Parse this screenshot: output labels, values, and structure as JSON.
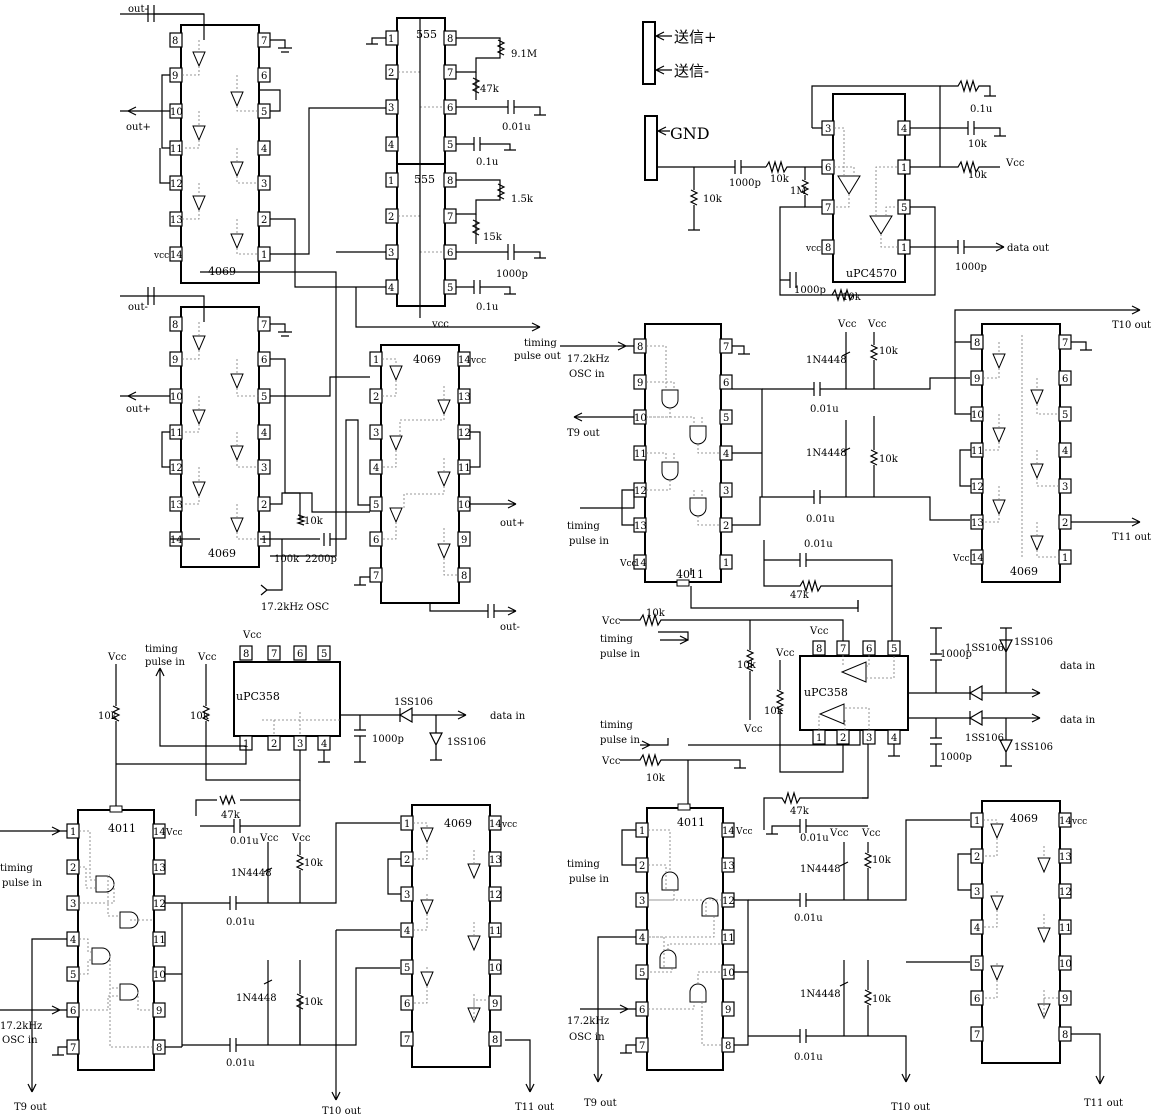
{
  "ics": {
    "tl_4069_top": "4069",
    "tl_4069_bot": "4069",
    "ic555_a": "555",
    "ic555_b": "555",
    "c_4069": "4069",
    "bl_4011": "4011",
    "bl_uPC358": "uPC358",
    "bm_4069": "4069",
    "tr_uPC4570": "uPC4570",
    "mr_4011_top": "4011",
    "mr_4069_top": "4069",
    "mr_uPC358": "uPC358",
    "br_4011": "4011",
    "br_4069": "4069"
  },
  "labels": {
    "out_minus": "out-",
    "out_plus": "out+",
    "vcc": "vcc",
    "Vcc": "Vcc",
    "vcc14": "vcc",
    "timing_pulse_out_1": "timing",
    "timing_pulse_out_2": "pulse out",
    "timing_pulse_in_1": "timing",
    "timing_pulse_in_2": "pulse in",
    "osc_172": "17.2kHz OSC",
    "osc_in_1": "17.2kHz",
    "osc_in_2": "OSC in",
    "data_in": "data in",
    "data_out": "data out",
    "t9": "T9 out",
    "t10": "T10 out",
    "t11": "T11 out",
    "send_plus": "送信+",
    "send_minus": "送信-",
    "gnd": "GND"
  },
  "components": {
    "r_91M": "9.1M",
    "r_47k": "47k",
    "c_001u": "0.01u",
    "c_01u": "0.1u",
    "r_15k": "1.5k",
    "r_15k_b": "15k",
    "c_1000p": "1000p",
    "r_10k": "10k",
    "r_100k": "100k",
    "c_2200p": "2200p",
    "r_1M": "1M",
    "d_1N4448": "1N4448",
    "d_1SS106": "1SS106",
    "c_01u_small": "0.1u"
  }
}
